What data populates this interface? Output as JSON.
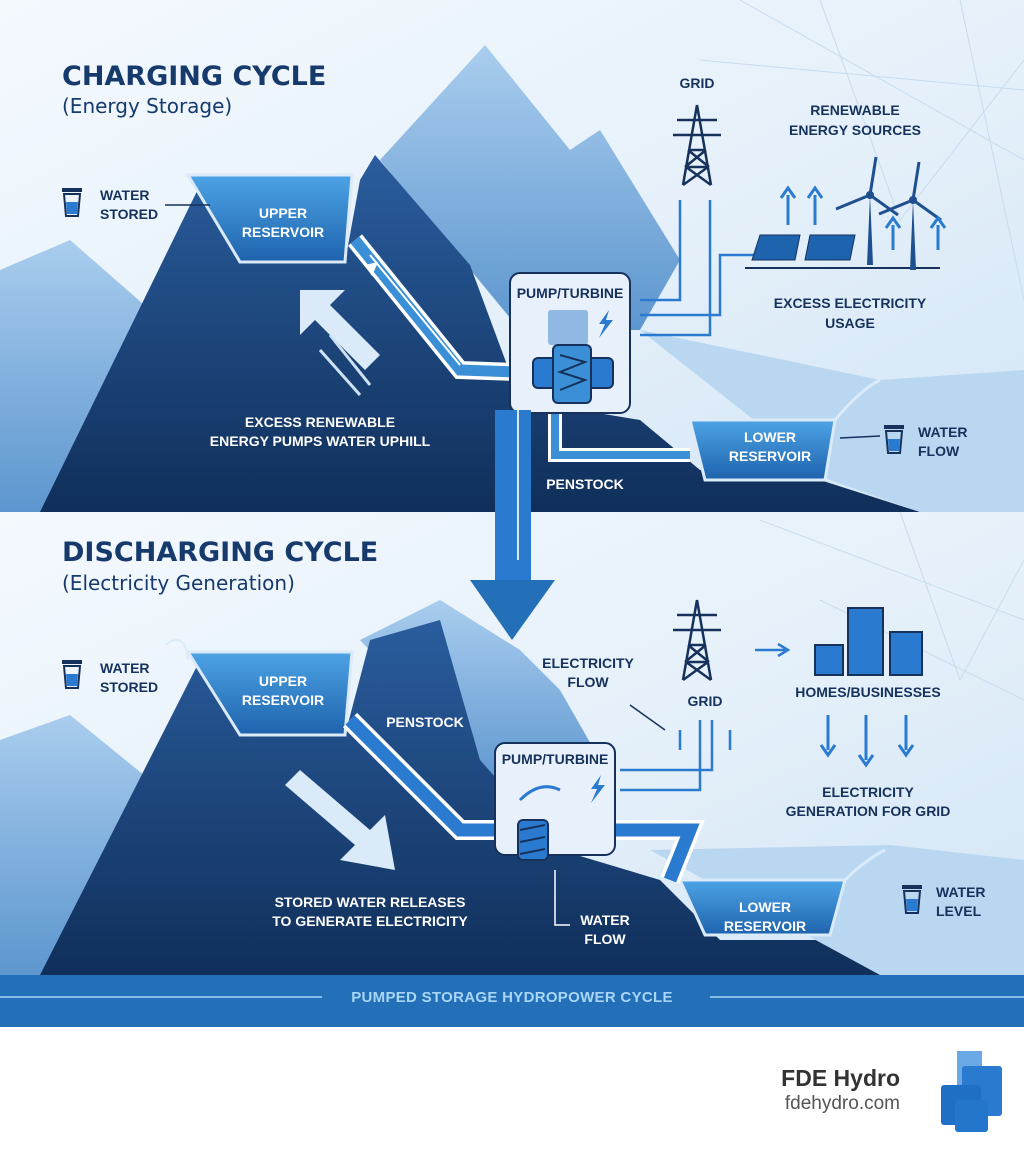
{
  "charging": {
    "title": "CHARGING CYCLE",
    "subtitle": "(Energy Storage)",
    "water_stored": [
      "WATER",
      "STORED"
    ],
    "upper_reservoir": [
      "UPPER",
      "RESERVOIR"
    ],
    "grid": "GRID",
    "renewable": [
      "RENEWABLE",
      "ENERGY SOURCES"
    ],
    "pump_turbine": "PUMP/TURBINE",
    "excess_usage": [
      "EXCESS ELECTRICITY",
      "USAGE"
    ],
    "excess_renewable": [
      "EXCESS RENEWABLE",
      "ENERGY PUMPS WATER UPHILL"
    ],
    "lower_reservoir": [
      "LOWER",
      "RESERVOIR"
    ],
    "water_flow": [
      "WATER",
      "FLOW"
    ],
    "penstock": "PENSTOCK"
  },
  "discharging": {
    "title": "DISCHARGING CYCLE",
    "subtitle": "(Electricity Generation)",
    "water_stored": [
      "WATER",
      "STORED"
    ],
    "upper_reservoir": [
      "UPPER",
      "RESERVOIR"
    ],
    "penstock": "PENSTOCK",
    "electricity_flow": [
      "ELECTRICITY",
      "FLOW"
    ],
    "grid": "GRID",
    "homes": "HOMES/BUSINESSES",
    "pump_turbine": "PUMP/TURBINE",
    "generation": [
      "ELECTRICITY",
      "GENERATION FOR GRID"
    ],
    "stored_release": [
      "STORED WATER RELEASES",
      "TO GENERATE ELECTRICITY"
    ],
    "water_flow": [
      "WATER",
      "FLOW"
    ],
    "lower_reservoir": [
      "LOWER",
      "RESERVOIR"
    ],
    "water_level": [
      "WATER",
      "LEVEL"
    ]
  },
  "banner": "PUMPED STORAGE HYDROPOWER CYCLE",
  "footer": {
    "brand": "FDE Hydro",
    "url": "fdehydro.com"
  },
  "colors": {
    "navy": "#163a6b",
    "primary": "#2370b8",
    "water": "#3a8fd6",
    "sky": "#e8f2fb"
  },
  "icons": [
    "water-jar-icon",
    "transmission-tower-icon",
    "wind-turbine-icon",
    "solar-panel-icon",
    "lightning-icon",
    "buildings-icon",
    "pump-turbine-icon",
    "arrow-icon"
  ]
}
